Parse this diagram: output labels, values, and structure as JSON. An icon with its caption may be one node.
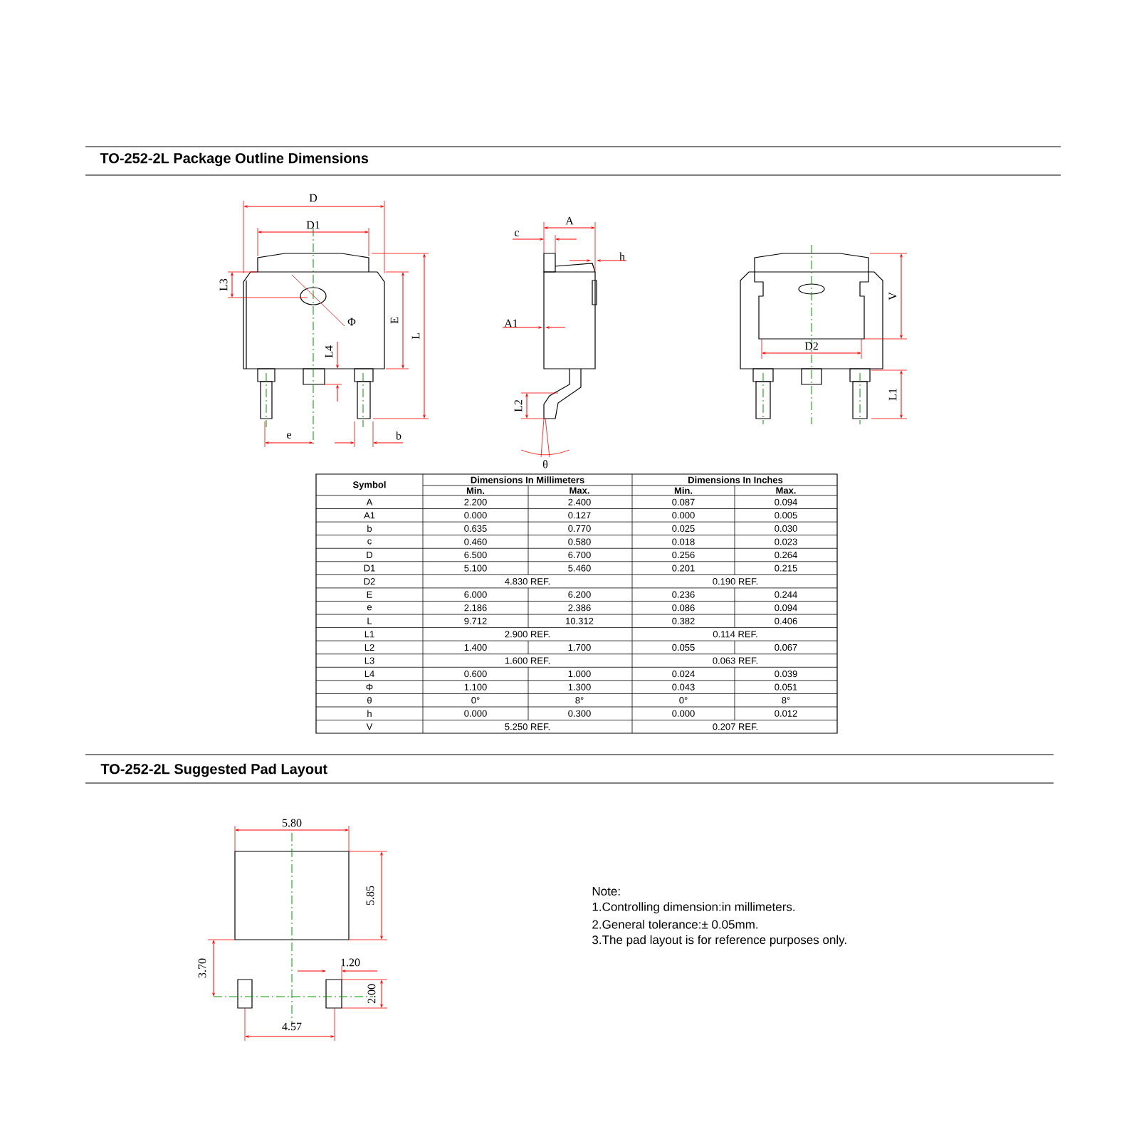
{
  "diagram": {
    "title": "TO-252-2L Package Outline Dimensions",
    "labels": [
      "D",
      "D1",
      "L3",
      "Φ",
      "E",
      "L",
      "L4",
      "e",
      "b",
      "c",
      "A",
      "h",
      "A1",
      "L2",
      "θ",
      "V",
      "D2",
      "L1",
      "Symbol",
      "Dimensions In Millimeters",
      "Dimensions In Inches",
      "Min.",
      "Max.",
      "Min.",
      "Max.",
      "A",
      "2.200",
      "2.400",
      "0.087",
      "0.094",
      "A1",
      "0.000",
      "0.127",
      "0.000",
      "0.005",
      "b",
      "0.635",
      "0.770",
      "0.025",
      "0.030",
      "c",
      "0.460",
      "0.580",
      "0.018",
      "0.023",
      "D",
      "6.500",
      "6.700",
      "0.256",
      "0.264",
      "D1",
      "5.100",
      "5.460",
      "0.201",
      "0.215",
      "D2",
      "4.830 REF.",
      "0.190 REF.",
      "E",
      "6.000",
      "6.200",
      "0.236",
      "0.244",
      "e",
      "2.186",
      "2.386",
      "0.086",
      "0.094",
      "L",
      "9.712",
      "10.312",
      "0.382",
      "0.406",
      "L1",
      "2.900 REF.",
      "0.114 REF.",
      "L2",
      "1.400",
      "1.700",
      "0.055",
      "0.067",
      "L3",
      "1.600 REF.",
      "0.063 REF.",
      "L4",
      "0.600",
      "1.000",
      "0.024",
      "0.039",
      "Φ",
      "1.100",
      "1.300",
      "0.043",
      "0.051",
      "θ",
      "0°",
      "8°",
      "0°",
      "8°",
      "h",
      "0.000",
      "0.300",
      "0.000",
      "0.012",
      "V",
      "5.250 REF.",
      "0.207 REF.",
      "TO-252-2L Suggested Pad Layout",
      "5.80",
      "5.85",
      "3.70",
      "1.20",
      "2.00",
      "4.57",
      "Note:",
      "1.Controlling dimension:in millimeters.",
      "2.General tolerance:± 0.05mm.",
      "3.The pad layout is for reference purposes only."
    ]
  }
}
